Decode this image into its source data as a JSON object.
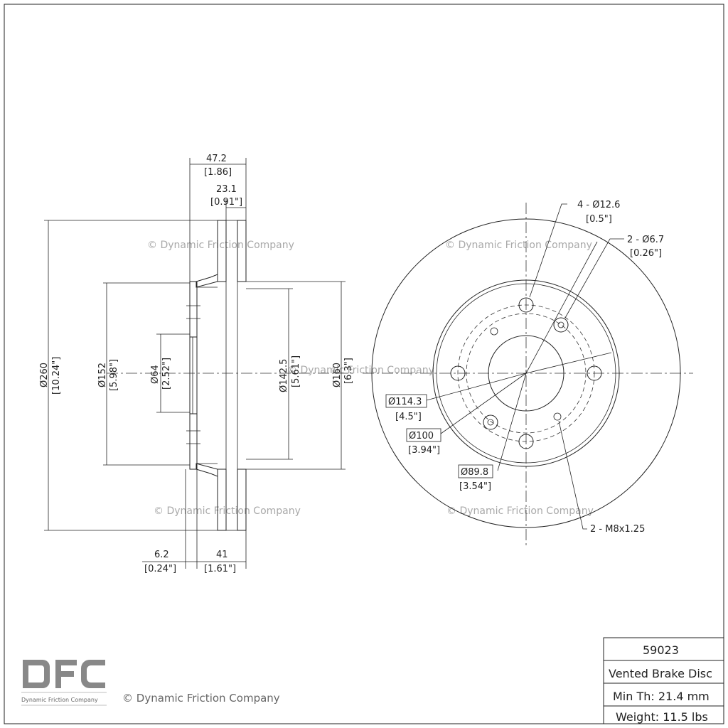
{
  "watermark": "© Dynamic Friction Company",
  "logo": {
    "letters": "DFC",
    "subtitle": "Dynamic Friction Company"
  },
  "side_view": {
    "dim_total_width": {
      "mm": "47.2",
      "in": "[1.86]"
    },
    "dim_hat_depth": {
      "mm": "23.1",
      "in": "[0.91\"]"
    },
    "dim_outer_dia": {
      "mm": "Ø260",
      "in": "[10.24\"]"
    },
    "dim_hat_dia": {
      "mm": "Ø152",
      "in": "[5.98\"]"
    },
    "dim_center_bore": {
      "mm": "Ø64",
      "in": "[2.52\"]"
    },
    "dim_inner_dia": {
      "mm": "Ø142.5",
      "in": "[5.61\"]"
    },
    "dim_friction_inner": {
      "mm": "Ø160",
      "in": "[6.3\"]"
    },
    "dim_hat_thickness": {
      "mm": "6.2",
      "in": "[0.24\"]"
    },
    "dim_disc_offset": {
      "mm": "41",
      "in": "[1.61\"]"
    }
  },
  "front_view": {
    "callout_bolt_holes": {
      "mm": "4 - Ø12.6",
      "in": "[0.5\"]"
    },
    "callout_pin_holes": {
      "mm": "2 - Ø6.7",
      "in": "[0.26\"]"
    },
    "callout_pcd": {
      "mm": "Ø114.3",
      "in": "[4.5\"]"
    },
    "callout_pcd2": {
      "mm": "Ø100",
      "in": "[3.94\"]"
    },
    "callout_pcd3": {
      "mm": "Ø89.8",
      "in": "[3.54\"]"
    },
    "callout_thread": {
      "mm": "2 - M8x1.25"
    }
  },
  "title_block": {
    "part_number": "59023",
    "description": "Vented Brake Disc",
    "min_thickness": "Min Th: 21.4 mm",
    "weight": "Weight: 11.5 lbs"
  }
}
